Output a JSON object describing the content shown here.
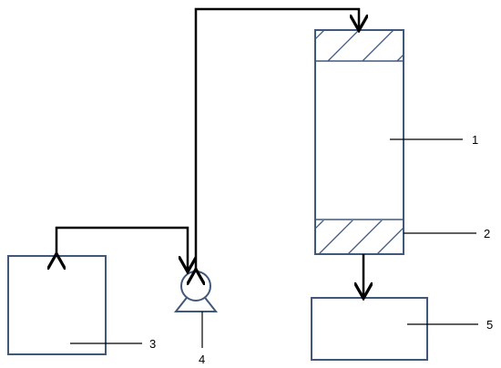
{
  "diagram": {
    "colors": {
      "component_stroke": "#41587b",
      "pipe": "#000000",
      "background": "#ffffff"
    },
    "labels": {
      "column": "1",
      "packing": "2",
      "tank": "3",
      "pump": "4",
      "collector": "5"
    }
  }
}
